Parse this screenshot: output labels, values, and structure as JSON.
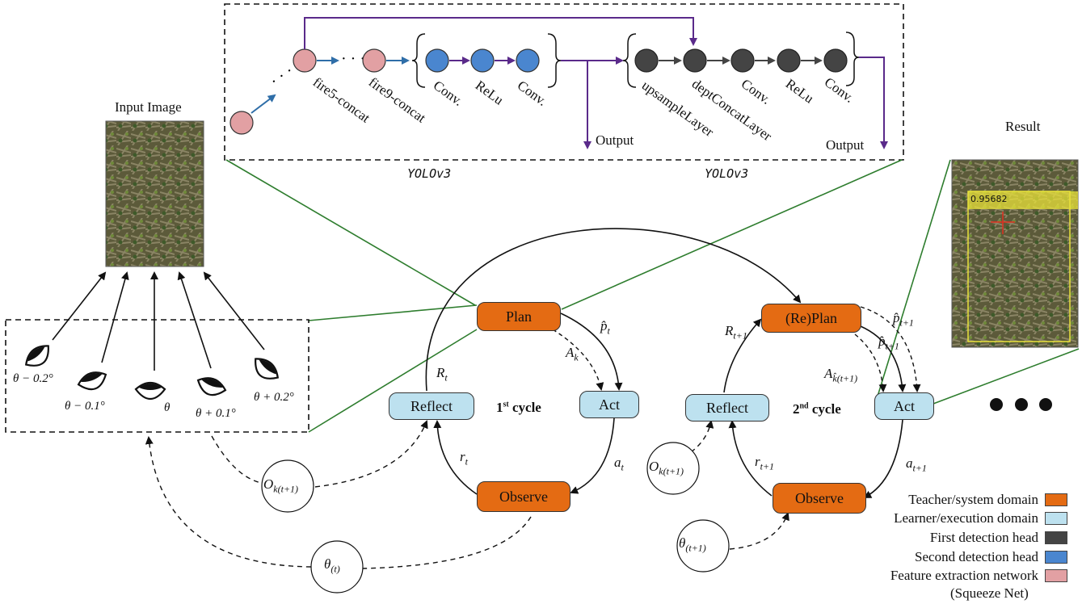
{
  "yolo": {
    "fire5": "fire5-concat",
    "fire9": "fire9-concat",
    "conv": "Conv.",
    "relu": "ReLu",
    "upsample": "upsampleLayer",
    "dept": "deptConcatLayer",
    "output": "Output",
    "yolo_label": "YOLOv3"
  },
  "input": {
    "title": "Input Image"
  },
  "result": {
    "title": "Result",
    "score": "0.95682"
  },
  "cycle1": {
    "plan": "Plan",
    "act": "Act",
    "observe": "Observe",
    "reflect": "Reflect",
    "label": "1",
    "sup": "st",
    "suffix": " cycle",
    "p": "p̂",
    "p_sub": "t",
    "a_big": "A",
    "a_big_sub": "k",
    "a": "a",
    "a_sub": "t",
    "r": "r",
    "r_sub": "t",
    "R": "R",
    "R_sub": "t"
  },
  "cycle2": {
    "plan": "(Re)Plan",
    "act": "Act",
    "observe": "Observe",
    "reflect": "Reflect",
    "label": "2",
    "sup": "nd",
    "suffix": " cycle",
    "p": "p̂",
    "p_sub": "t+1",
    "a_big": "A",
    "a_big_sub": "k̂(t+1)",
    "a": "a",
    "a_sub": "t+1",
    "r": "r",
    "r_sub": "t+1",
    "R": "R",
    "R_sub": "t+1"
  },
  "circles": {
    "o_a": "O",
    "o_a_sub": "k(t+1)",
    "o_b": "O",
    "o_b_sub": "k(t+1)",
    "theta_a": "θ",
    "theta_a_sub": "(t)",
    "theta_b": "θ",
    "theta_b_sub": "(t+1)"
  },
  "eyes": {
    "e1": "θ − 0.2°",
    "e2": "θ − 0.1°",
    "e3": "θ",
    "e4": "θ + 0.1°",
    "e5": "θ + 0.2°"
  },
  "legend": {
    "items": [
      {
        "label": "Teacher/system domain",
        "color": "#e46b13"
      },
      {
        "label": "Learner/execution domain",
        "color": "#bde1ef"
      },
      {
        "label": "First detection head",
        "color": "#444444"
      },
      {
        "label": "Second detection head",
        "color": "#4a86cf"
      },
      {
        "label": "Feature extraction network",
        "color": "#e2a0a3"
      }
    ],
    "sub": "(Squeeze Net)"
  },
  "colors": {
    "orange": "#e46b13",
    "light_blue": "#bde1ef",
    "purple": "#5a2a8a",
    "green": "#2e7d2e",
    "pink": "#e2a0a3",
    "dark": "#444444",
    "blue": "#4a86cf"
  }
}
